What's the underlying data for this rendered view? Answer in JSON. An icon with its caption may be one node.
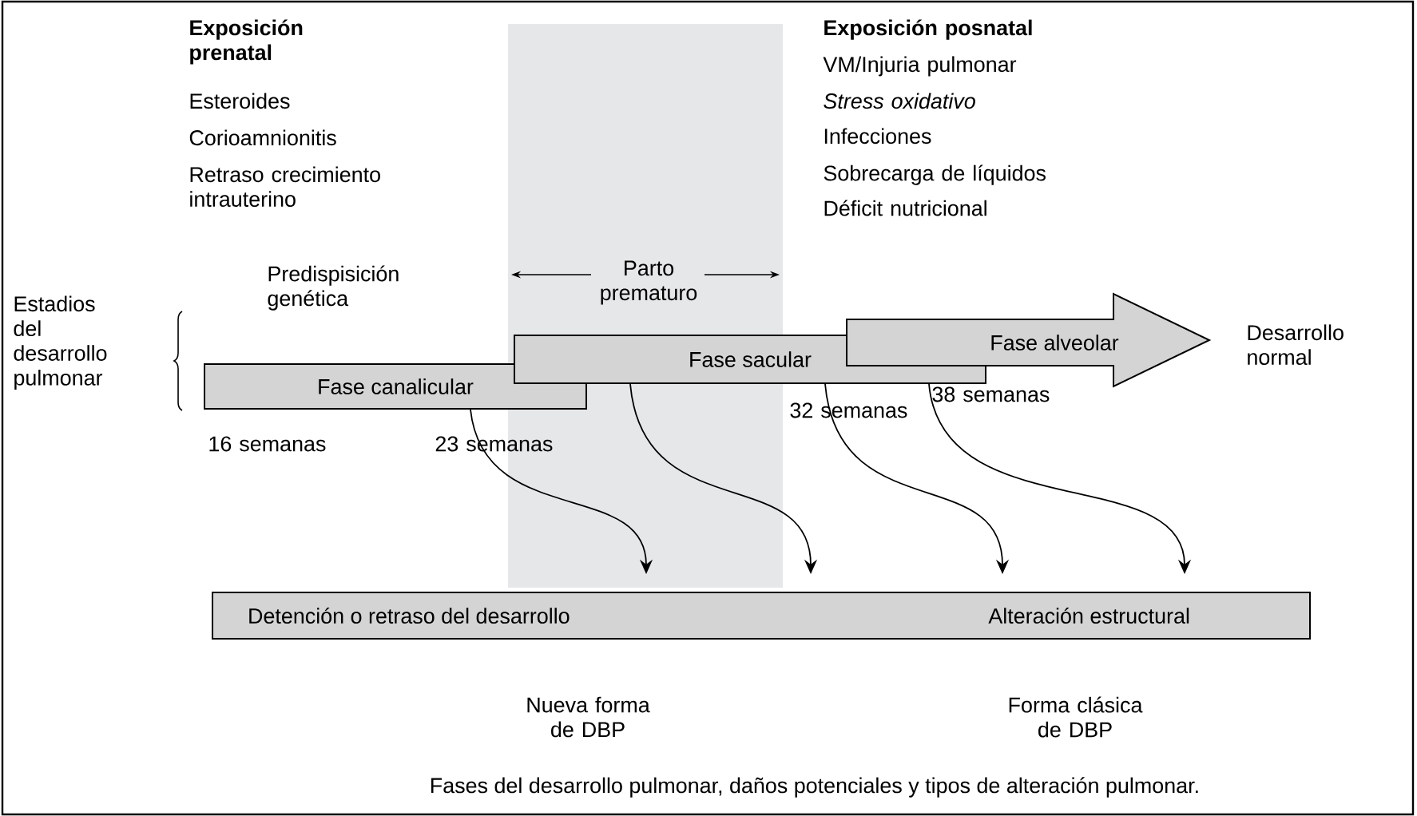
{
  "diagram": {
    "caption": "Fases del desarrollo pulmonar, daños potenciales y tipos de alteración pulmonar.",
    "nodes": [
      {
        "text": [
          "Fase canalicular"
        ]
      },
      {
        "text": [
          "Fase sacular"
        ]
      },
      {
        "text": [
          "Fase alveolar"
        ],
        "beside": [
          "Desarrollo normal"
        ]
      },
      {
        "text": [
          "Detención o retraso del desarrollo",
          "Alteración estructural"
        ]
      }
    ],
    "edges": [
      {
        "from": 0,
        "to": 3,
        "arrow": "to"
      },
      {
        "from": 1,
        "to": 3,
        "arrow": "to"
      },
      {
        "from": 1,
        "to": 3,
        "arrow": "to"
      },
      {
        "from": 1,
        "to": 3,
        "arrow": "to"
      }
    ],
    "labels": [
      "Exposición prenatal",
      "Esteroides",
      "Corioamnionitis",
      "Retraso crecimiento intrauterino",
      "Exposición posnatal",
      "VM/Injuria pulmonar",
      "Stress oxidativo",
      "Infecciones",
      "Sobrecarga de líquidos",
      "Déficit nutricional",
      "Predispisición genética",
      "Parto prematuro",
      "Estadios del desarrollo pulmonar",
      "16 semanas",
      "23 semanas",
      "32 semanas",
      "38 semanas",
      "Nueva forma de DBP",
      "Forma clásica de DBP"
    ]
  }
}
